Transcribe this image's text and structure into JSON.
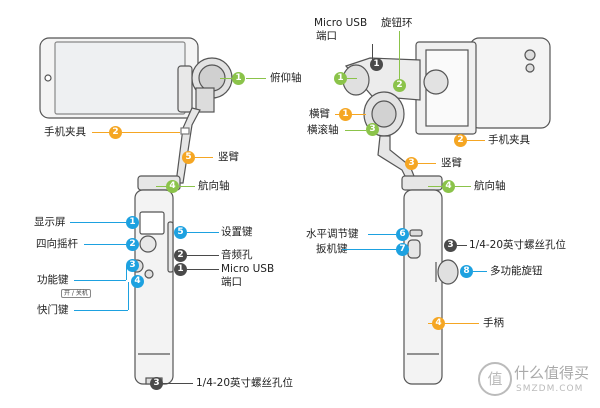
{
  "colors": {
    "green": "#8bc34a",
    "orange": "#f5a623",
    "blue": "#1da1e0",
    "dark": "#4a4a4a"
  },
  "left": {
    "pitch_axis": {
      "num": "1",
      "text": "俯仰轴"
    },
    "phone_clamp": {
      "num": "2",
      "text": "手机夹具"
    },
    "vertical_arm": {
      "num": "5",
      "text": "竖臂"
    },
    "pan_axis": {
      "num": "4",
      "text": "航向轴"
    },
    "display": {
      "num": "1",
      "text": "显示屏"
    },
    "joystick": {
      "num": "2",
      "text": "四向摇杆"
    },
    "function_key": {
      "num": "3",
      "text": "功能键",
      "tag": "开 / 关机"
    },
    "shutter": {
      "num": "4",
      "text": "快门键"
    },
    "settings_key": {
      "num": "5",
      "text": "设置键"
    },
    "audio_jack": {
      "num": "2",
      "text": "音频孔"
    },
    "micro_usb": {
      "num": "1",
      "text": "Micro USB",
      "text2": "端口"
    },
    "screw_hole": {
      "num": "3",
      "text": "1/4-20英寸螺丝孔位"
    }
  },
  "right": {
    "micro_usb": {
      "num": "1",
      "text": "Micro USB",
      "text2": "端口"
    },
    "knob_ring": {
      "num": "2",
      "text": "旋钮环"
    },
    "cross_arm": {
      "num": "1",
      "text": "横臂"
    },
    "roll_axis": {
      "num": "3",
      "text": "横滚轴"
    },
    "phone_clamp": {
      "num": "2",
      "text": "手机夹具"
    },
    "vertical_arm": {
      "num": "3",
      "text": "竖臂"
    },
    "pan_axis": {
      "num": "4",
      "text": "航向轴"
    },
    "level_key": {
      "num": "6",
      "text": "水平调节键"
    },
    "trigger": {
      "num": "7",
      "text": "扳机键"
    },
    "screw_hole": {
      "num": "3",
      "text": "1/4-20英寸螺丝孔位"
    },
    "multi_knob": {
      "num": "8",
      "text": "多功能旋钮"
    },
    "handle": {
      "num": "4",
      "text": "手柄"
    }
  },
  "watermark": {
    "icon": "smzdm-logo",
    "line1": "值",
    "line2": "什么值得买",
    "line3": "SMZDM.COM"
  }
}
